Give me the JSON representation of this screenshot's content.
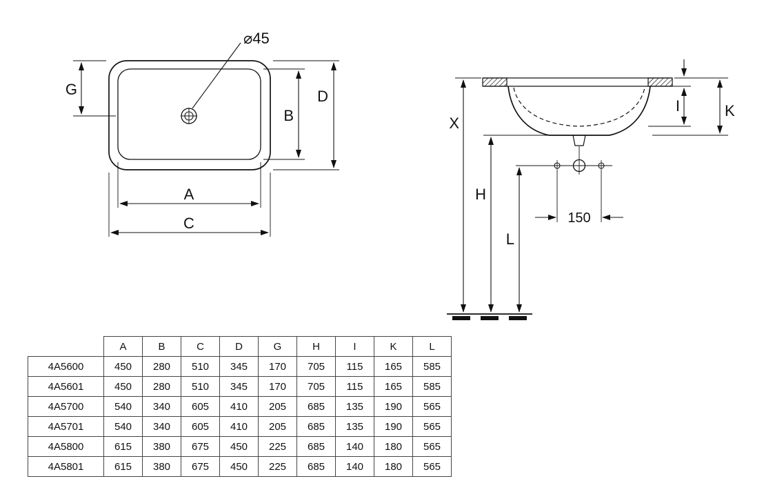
{
  "plan_view": {
    "drain_diameter_label": "⌀45",
    "labels": {
      "a": "A",
      "b": "B",
      "c": "C",
      "d": "D",
      "g": "G"
    }
  },
  "section_view": {
    "labels": {
      "x": "X",
      "h": "H",
      "l": "L",
      "i": "I",
      "k": "K"
    },
    "hole_spacing_label": "150"
  },
  "table": {
    "headers": [
      "A",
      "B",
      "C",
      "D",
      "G",
      "H",
      "I",
      "K",
      "L"
    ],
    "rows": [
      {
        "model": "4A5600",
        "values": [
          450,
          280,
          510,
          345,
          170,
          705,
          115,
          165,
          585
        ]
      },
      {
        "model": "4A5601",
        "values": [
          450,
          280,
          510,
          345,
          170,
          705,
          115,
          165,
          585
        ]
      },
      {
        "model": "4A5700",
        "values": [
          540,
          340,
          605,
          410,
          205,
          685,
          135,
          190,
          565
        ]
      },
      {
        "model": "4A5701",
        "values": [
          540,
          340,
          605,
          410,
          205,
          685,
          135,
          190,
          565
        ]
      },
      {
        "model": "4A5800",
        "values": [
          615,
          380,
          675,
          450,
          225,
          685,
          140,
          180,
          565
        ]
      },
      {
        "model": "4A5801",
        "values": [
          615,
          380,
          675,
          450,
          225,
          685,
          140,
          180,
          565
        ]
      }
    ]
  }
}
